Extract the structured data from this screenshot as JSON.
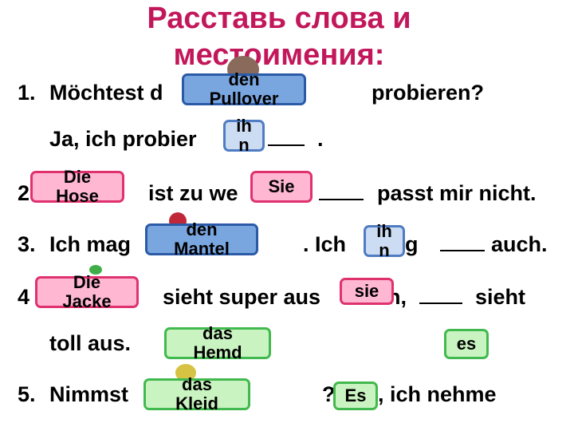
{
  "title": {
    "line1": "Расставь слова и",
    "line2": "местоимения:"
  },
  "exercise": {
    "s1": {
      "number": "1.",
      "a": "Möchtest d",
      "b": "probieren?"
    },
    "s1_answer": {
      "a": "Ja, ich probier",
      "end": "."
    },
    "s2": {
      "number": "2",
      "a": "ist zu we",
      "b": "passt mir nicht."
    },
    "s3": {
      "number": "3.",
      "a": "Ich mag",
      "b": ". Ich",
      "c": "g",
      "d": "auch."
    },
    "s4": {
      "number": "4",
      "a": "sieht super aus",
      "b": "n,",
      "c": "sieht",
      "d": "toll aus."
    },
    "s5": {
      "number": "5.",
      "a": "Nimmst",
      "b": "?",
      "c": ", ich nehme"
    }
  },
  "chips": {
    "den_pullover": "den\nPullover",
    "ihn_1": "ih\nn",
    "die_hose": "Die\nHose",
    "sie_1": "Sie",
    "den_mantel": "den\nMantel",
    "ihn_2": "ih\nn",
    "die_jacke": "Die\nJacke",
    "sie_2": "sie",
    "das_hemd": "das\nHemd",
    "es_1": "es",
    "das_kleid": "das\nKleid",
    "es_2": "Es"
  },
  "colors": {
    "title": "#c2185b",
    "blue_chip": "#7aa6e0",
    "pink_chip": "#ffb7d2",
    "green_chip": "#c9f3c0"
  }
}
